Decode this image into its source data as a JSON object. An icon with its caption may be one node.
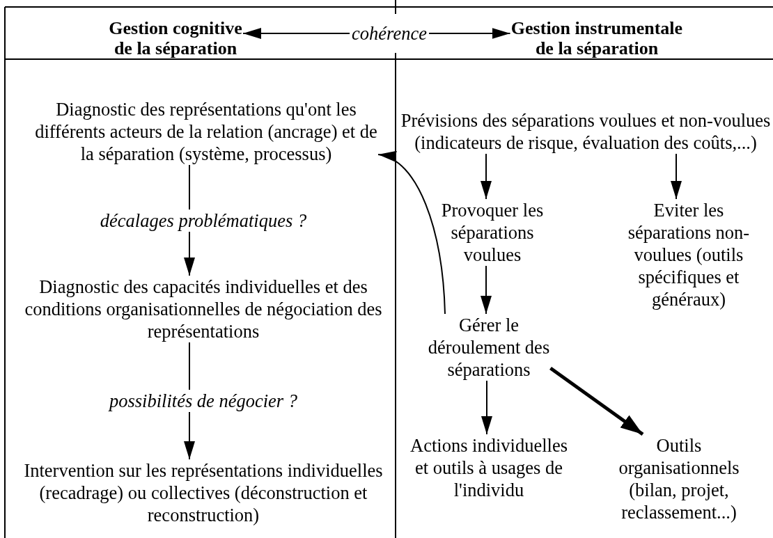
{
  "diagram": {
    "nodes": [
      {
        "text": [
          "Gestion cognitive de la séparation"
        ]
      },
      {
        "text": [
          "Gestion instrumentale de la séparation"
        ]
      },
      {
        "text": [
          "Diagnostic des représentations qu'ont les différents acteurs de la relation (ancrage) et de la séparation (système, processus)"
        ]
      },
      {
        "text": [
          "Diagnostic des capacités individuelles et des conditions organisationnelles de négociation des représentations"
        ]
      },
      {
        "text": [
          "Intervention sur les représentations individuelles (recadrage) ou collectives (déconstruction et reconstruction)"
        ]
      },
      {
        "text": [
          "Prévisions des séparations voulues et non-voulues (indicateurs de risque, évaluation des coûts,...)"
        ]
      },
      {
        "text": [
          "Provoquer les séparations voulues"
        ]
      },
      {
        "text": [
          "Eviter les séparations non-voulues (outils spécifiques et généraux)"
        ]
      },
      {
        "text": [
          "Gérer le déroulement des séparations"
        ]
      },
      {
        "text": [
          "Actions individuelles et outils à usages de l'individu"
        ]
      },
      {
        "text": [
          "Outils organisationnels (bilan, projet, reclassement...)"
        ]
      }
    ],
    "edges": [
      {
        "from": 0,
        "to": 1,
        "arrow": "both",
        "label": "cohérence"
      },
      {
        "from": 2,
        "to": 3,
        "arrow": "to",
        "label": "décalages problématiques ?"
      },
      {
        "from": 3,
        "to": 4,
        "arrow": "to",
        "label": "possibilités de négocier ?"
      },
      {
        "from": 5,
        "to": 6,
        "arrow": "to"
      },
      {
        "from": 5,
        "to": 7,
        "arrow": "to"
      },
      {
        "from": 6,
        "to": 8,
        "arrow": "to"
      },
      {
        "from": 8,
        "to": 2,
        "arrow": "to"
      },
      {
        "from": 8,
        "to": 9,
        "arrow": "to"
      },
      {
        "from": 8,
        "to": 10,
        "arrow": "to",
        "style": "thick"
      }
    ]
  }
}
